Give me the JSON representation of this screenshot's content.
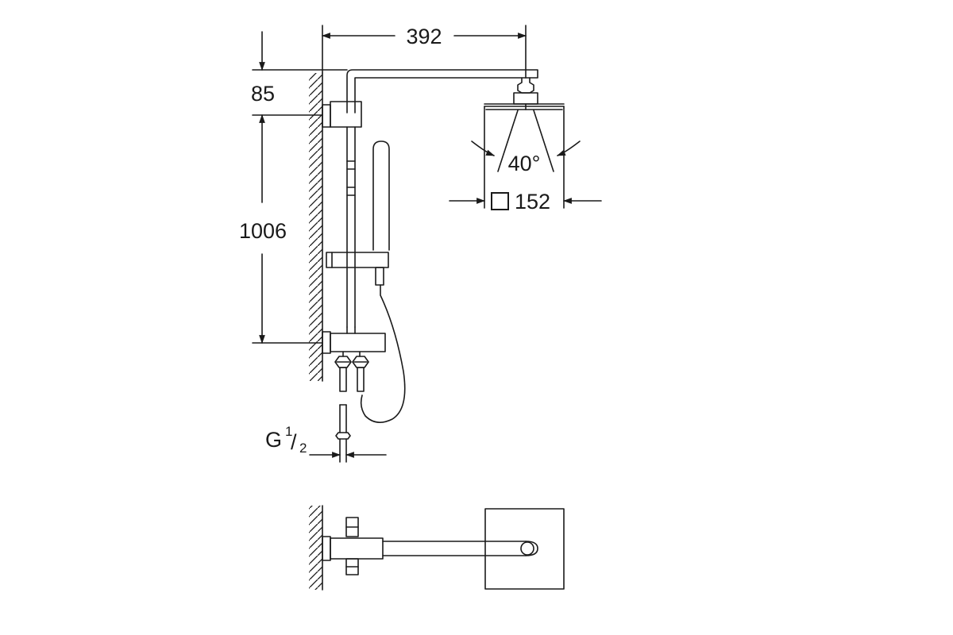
{
  "drawing": {
    "dimensions": {
      "arm_length": "392",
      "top_offset": "85",
      "rail_height": "1006",
      "spray_angle": "40°",
      "head_size": "152"
    },
    "thread": {
      "prefix": "G",
      "numerator": "1",
      "slash": "/",
      "denominator": "2"
    },
    "colors": {
      "line": "#1a1a1a",
      "background": "#ffffff"
    },
    "icons": {
      "square_symbol": "square-size-icon"
    }
  }
}
